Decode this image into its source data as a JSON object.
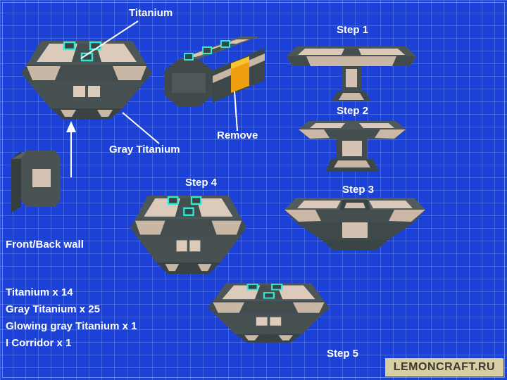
{
  "annotations": {
    "titanium": "Titanium",
    "remove": "Remove",
    "gray_titanium": "Gray Titanium",
    "front_back_wall": "Front/Back wall"
  },
  "steps": [
    {
      "label": "Step 1"
    },
    {
      "label": "Step 2"
    },
    {
      "label": "Step 3"
    },
    {
      "label": "Step 4"
    },
    {
      "label": "Step 5"
    }
  ],
  "materials": [
    "Titanium x 14",
    "Gray Titanium x 25",
    "Glowing gray Titanium x 1",
    "I Corridor x 1"
  ],
  "watermark": "LEMONCRAFT.RU",
  "colors": {
    "blueprint_bg": "#1b41d6",
    "grid_line": "#5c7ef0",
    "hull_dark_gray": "#4a5454",
    "hull_tan": "#dccabb",
    "glow_teal": "#2fe9d5",
    "remove_orange": "#ee9f10",
    "watermark_bg": "#d7cfa3",
    "watermark_text": "#3a3a30",
    "label_text": "#ffffff"
  }
}
